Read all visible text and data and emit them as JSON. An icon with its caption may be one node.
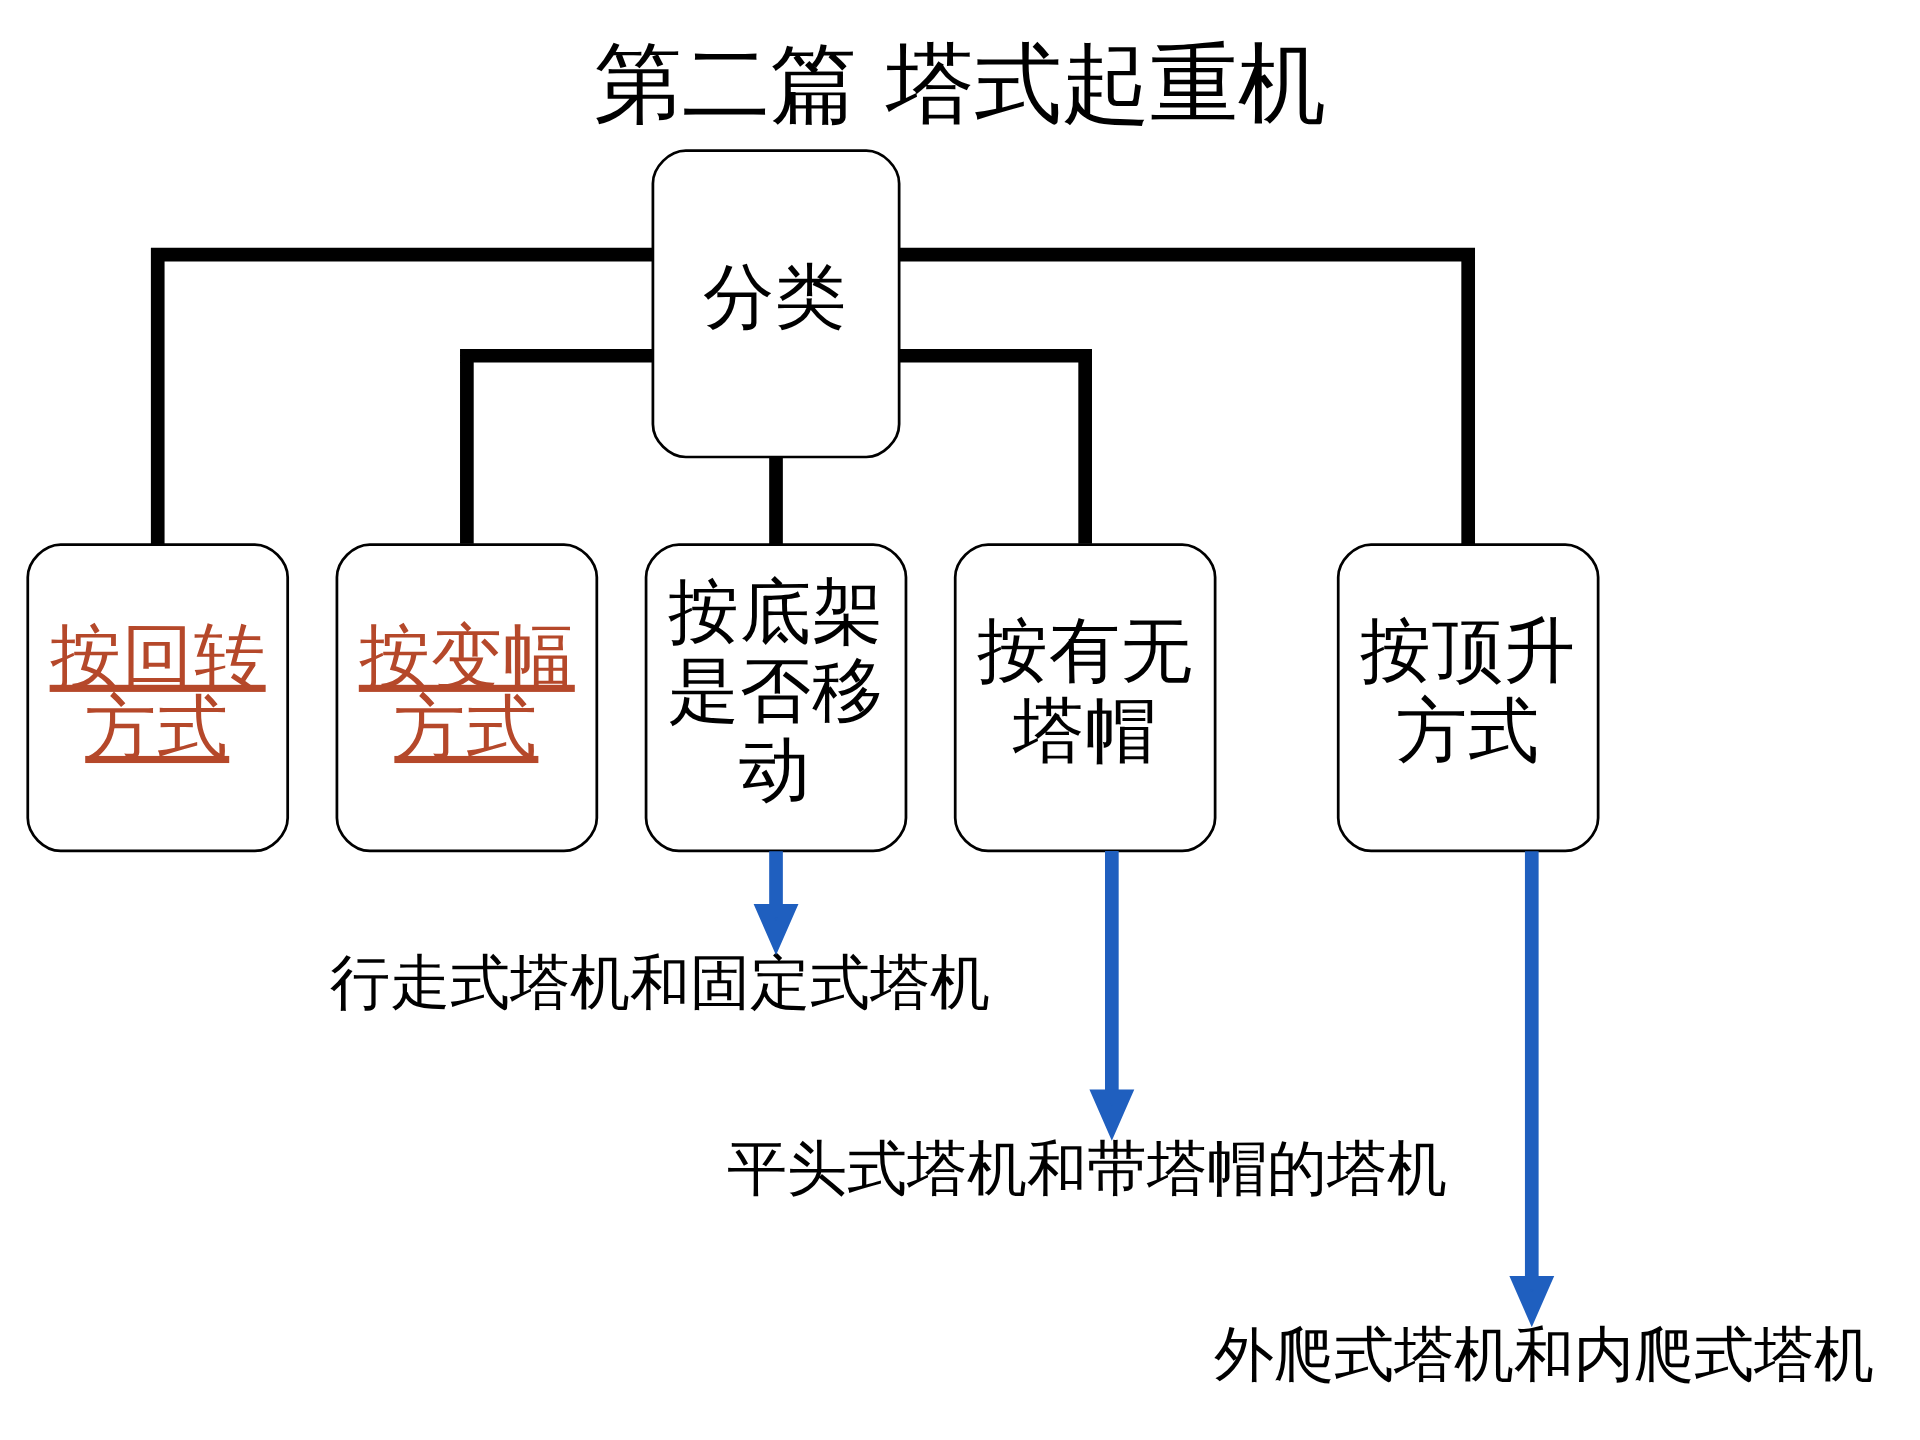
{
  "diagram": {
    "title": "第二篇 塔式起重机",
    "nodes": [
      {
        "text": [
          "分类"
        ]
      },
      {
        "text": [
          "按回转方式"
        ]
      },
      {
        "text": [
          "按变幅方式"
        ]
      },
      {
        "text": [
          "按底架是否移动"
        ]
      },
      {
        "text": [
          "按有无塔帽"
        ]
      },
      {
        "text": [
          "按顶升方式"
        ]
      },
      {
        "text": [
          "行走式塔机和固定式塔机"
        ]
      },
      {
        "text": [
          "平头式塔机和带塔帽的塔机"
        ]
      },
      {
        "text": [
          "外爬式塔机和内爬式塔机"
        ]
      }
    ],
    "edges": [
      {
        "from": 0,
        "to": 1,
        "arrow": "none"
      },
      {
        "from": 0,
        "to": 2,
        "arrow": "none"
      },
      {
        "from": 0,
        "to": 3,
        "arrow": "none"
      },
      {
        "from": 0,
        "to": 4,
        "arrow": "none"
      },
      {
        "from": 0,
        "to": 5,
        "arrow": "none"
      },
      {
        "from": 3,
        "to": 6,
        "arrow": "to",
        "color": "#1f5fbf"
      },
      {
        "from": 4,
        "to": 7,
        "arrow": "to",
        "color": "#1f5fbf"
      },
      {
        "from": 5,
        "to": 8,
        "arrow": "to",
        "color": "#1f5fbf"
      }
    ]
  }
}
